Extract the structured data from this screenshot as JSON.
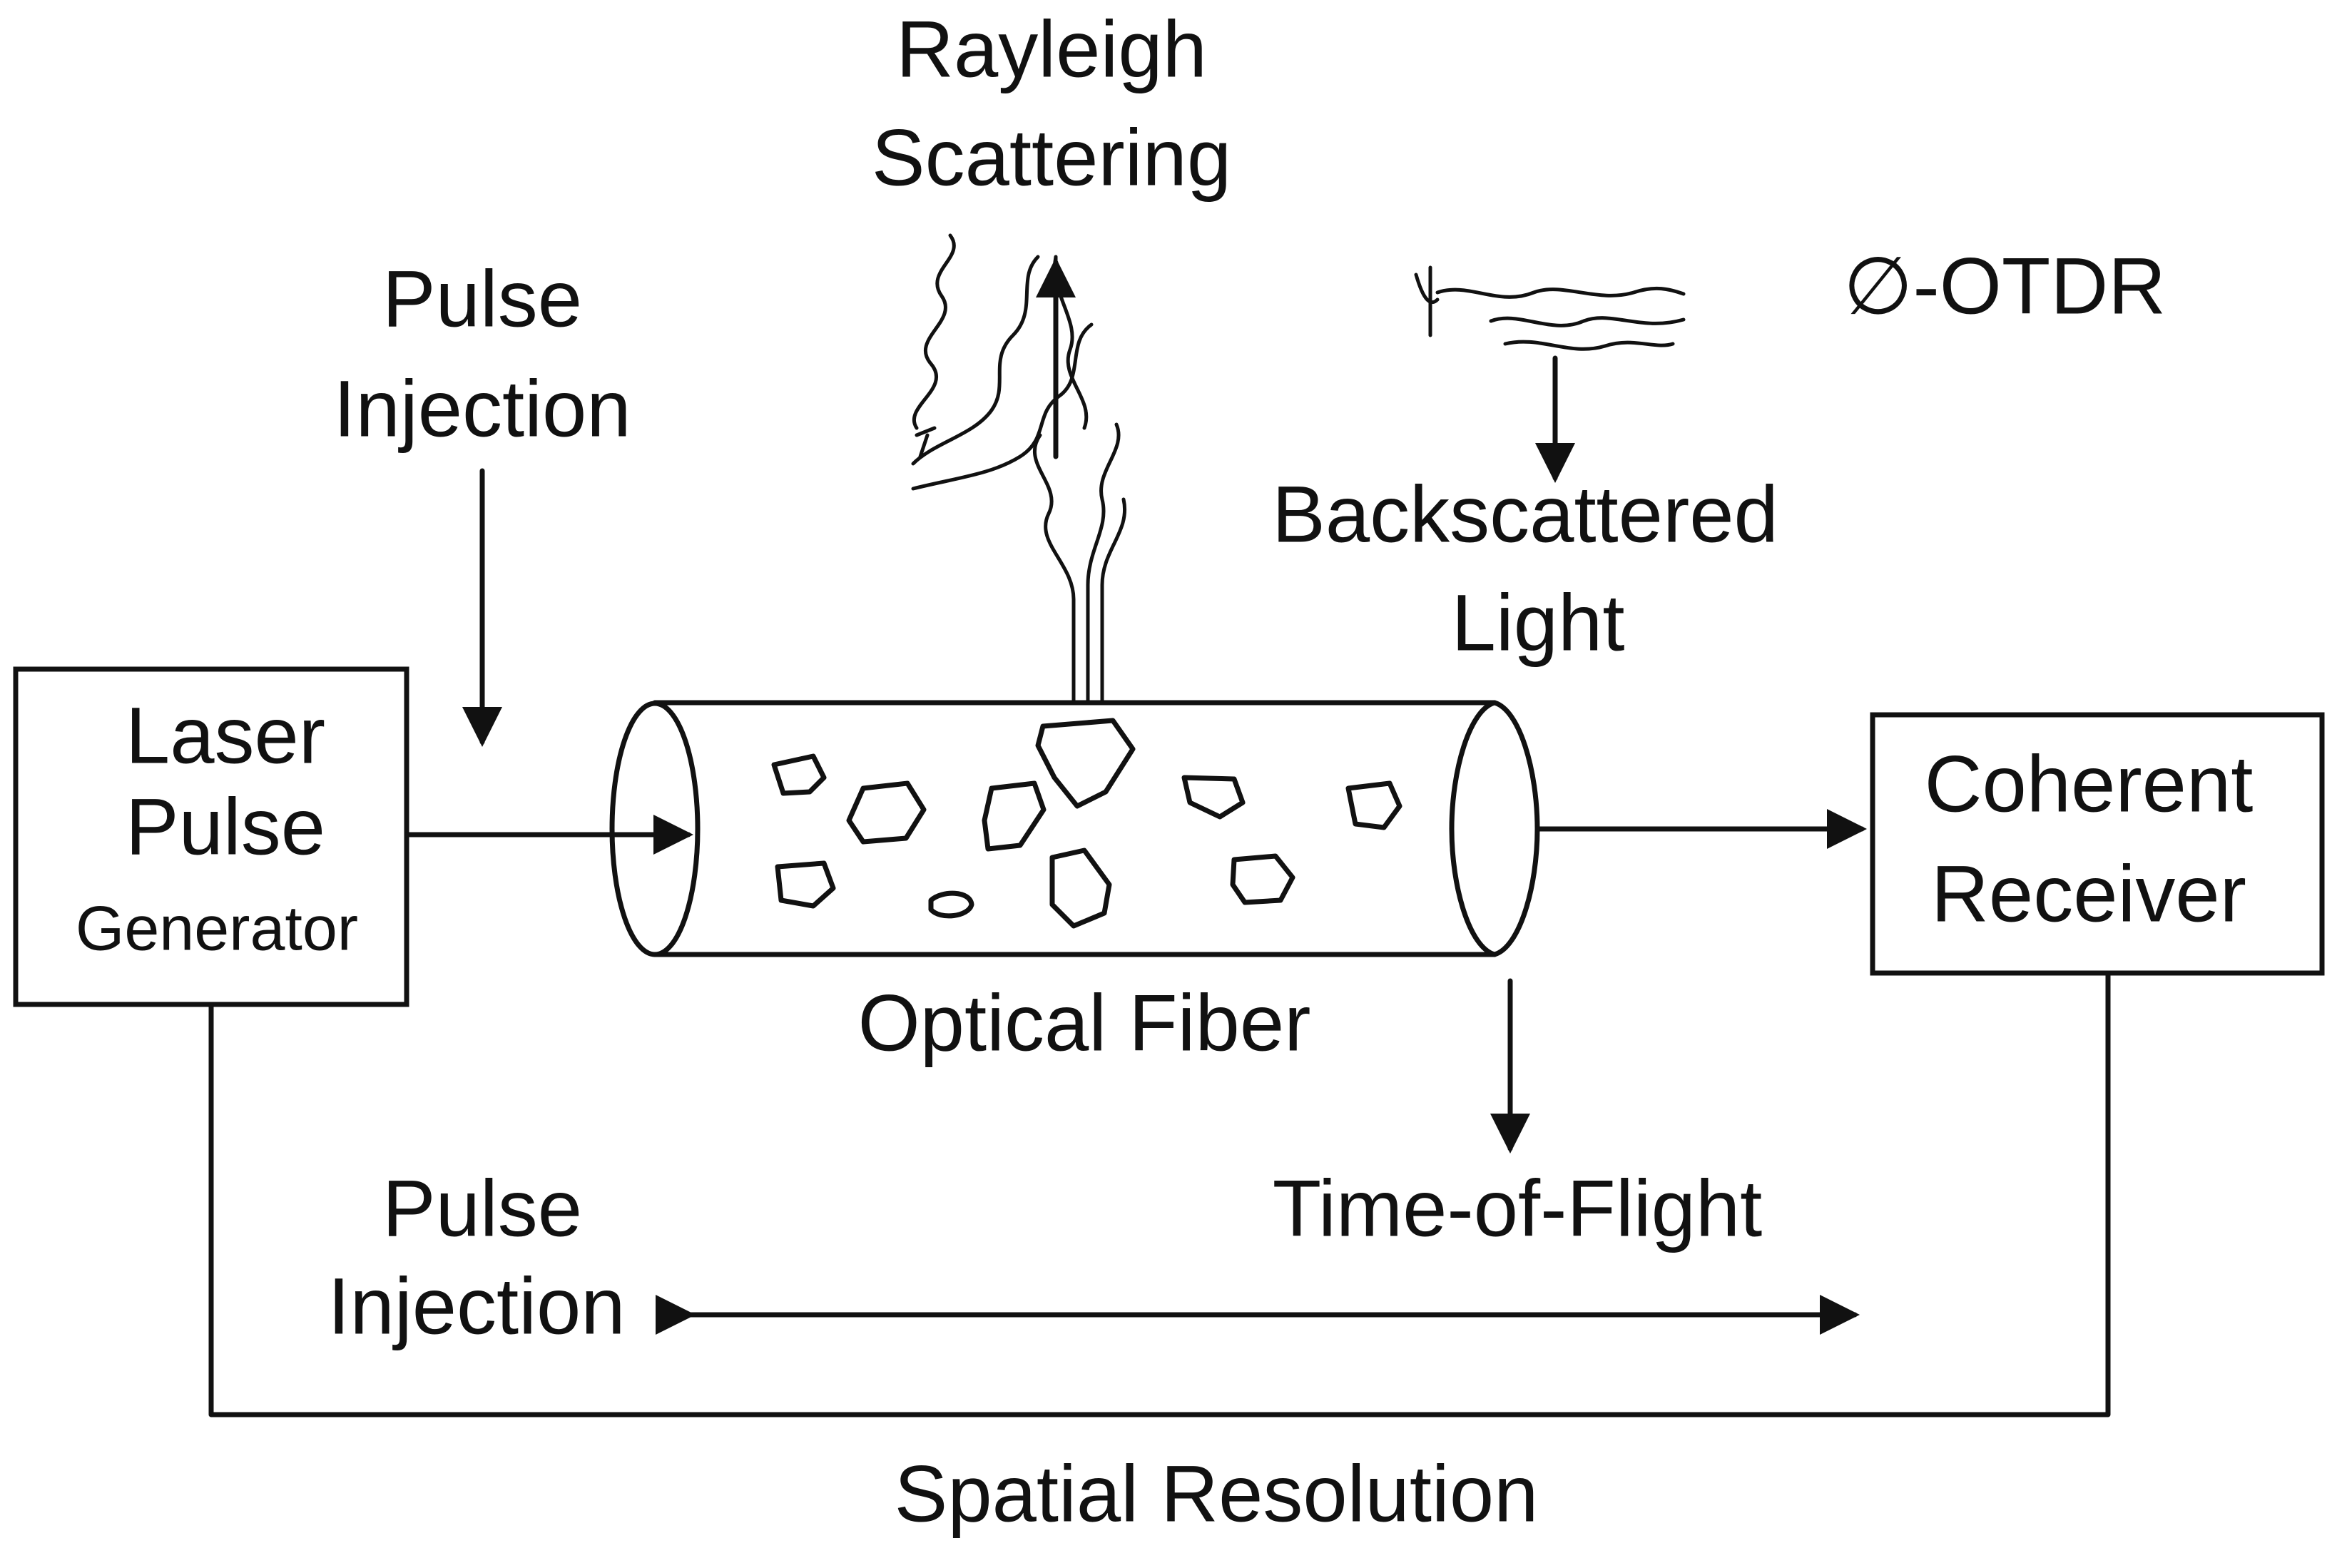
{
  "labels": {
    "rayleigh_line1": "Rayleigh",
    "rayleigh_line2": "Scattering",
    "pulse_injection_top_line1": "Pulse",
    "pulse_injection_top_line2": "Injection",
    "phi_otdr": "∅-OTDR",
    "backscattered_line1": "Backscattered",
    "backscattered_line2": "Light",
    "laser_line1": "Laser",
    "laser_line2": "Pulse",
    "laser_line3": "Generator",
    "coherent_line1": "Coherent",
    "coherent_line2": "Receiver",
    "optical_fiber": "Optical Fiber",
    "pulse_injection_bottom_line1": "Pulse",
    "pulse_injection_bottom_line2": "Injection",
    "time_of_flight": "Time-of-Flight",
    "spatial_resolution": "Spatial Resolution"
  },
  "colors": {
    "ink": "#111111",
    "background": "#ffffff"
  }
}
